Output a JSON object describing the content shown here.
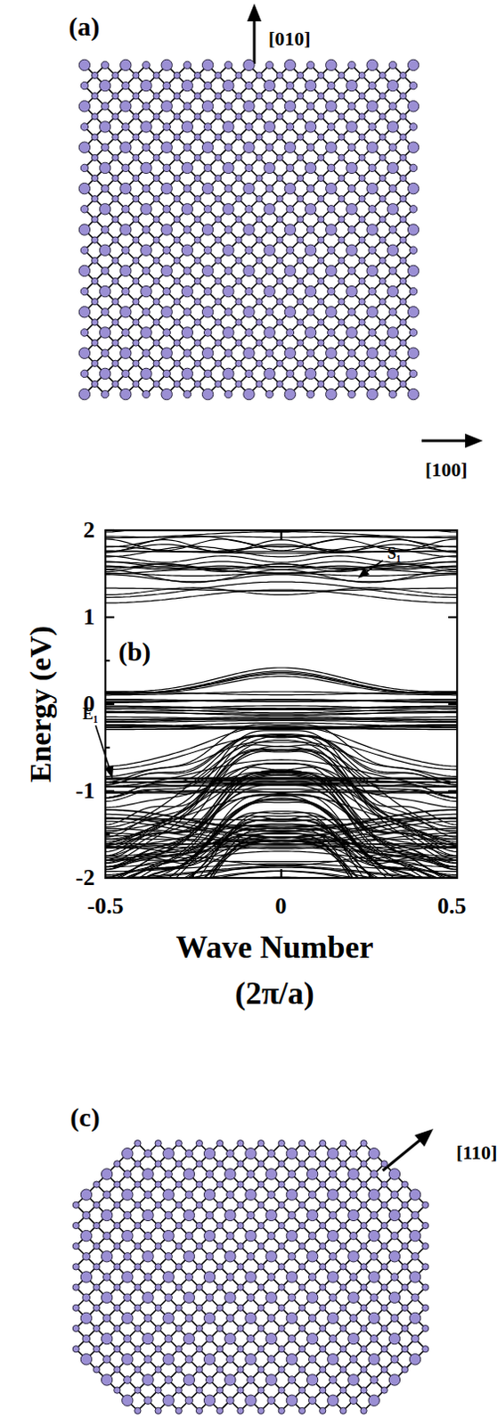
{
  "diagram": {
    "labels": [
      "(a)",
      "[010]",
      "[100]",
      "2",
      "1",
      "0",
      "-1",
      "-2",
      "Energy (eV)",
      "(b)",
      "S₁",
      "E₁",
      "-0.5",
      "0",
      "0.5",
      "Wave Number",
      "(2π/a)",
      "(c)",
      "[110]"
    ]
  }
}
